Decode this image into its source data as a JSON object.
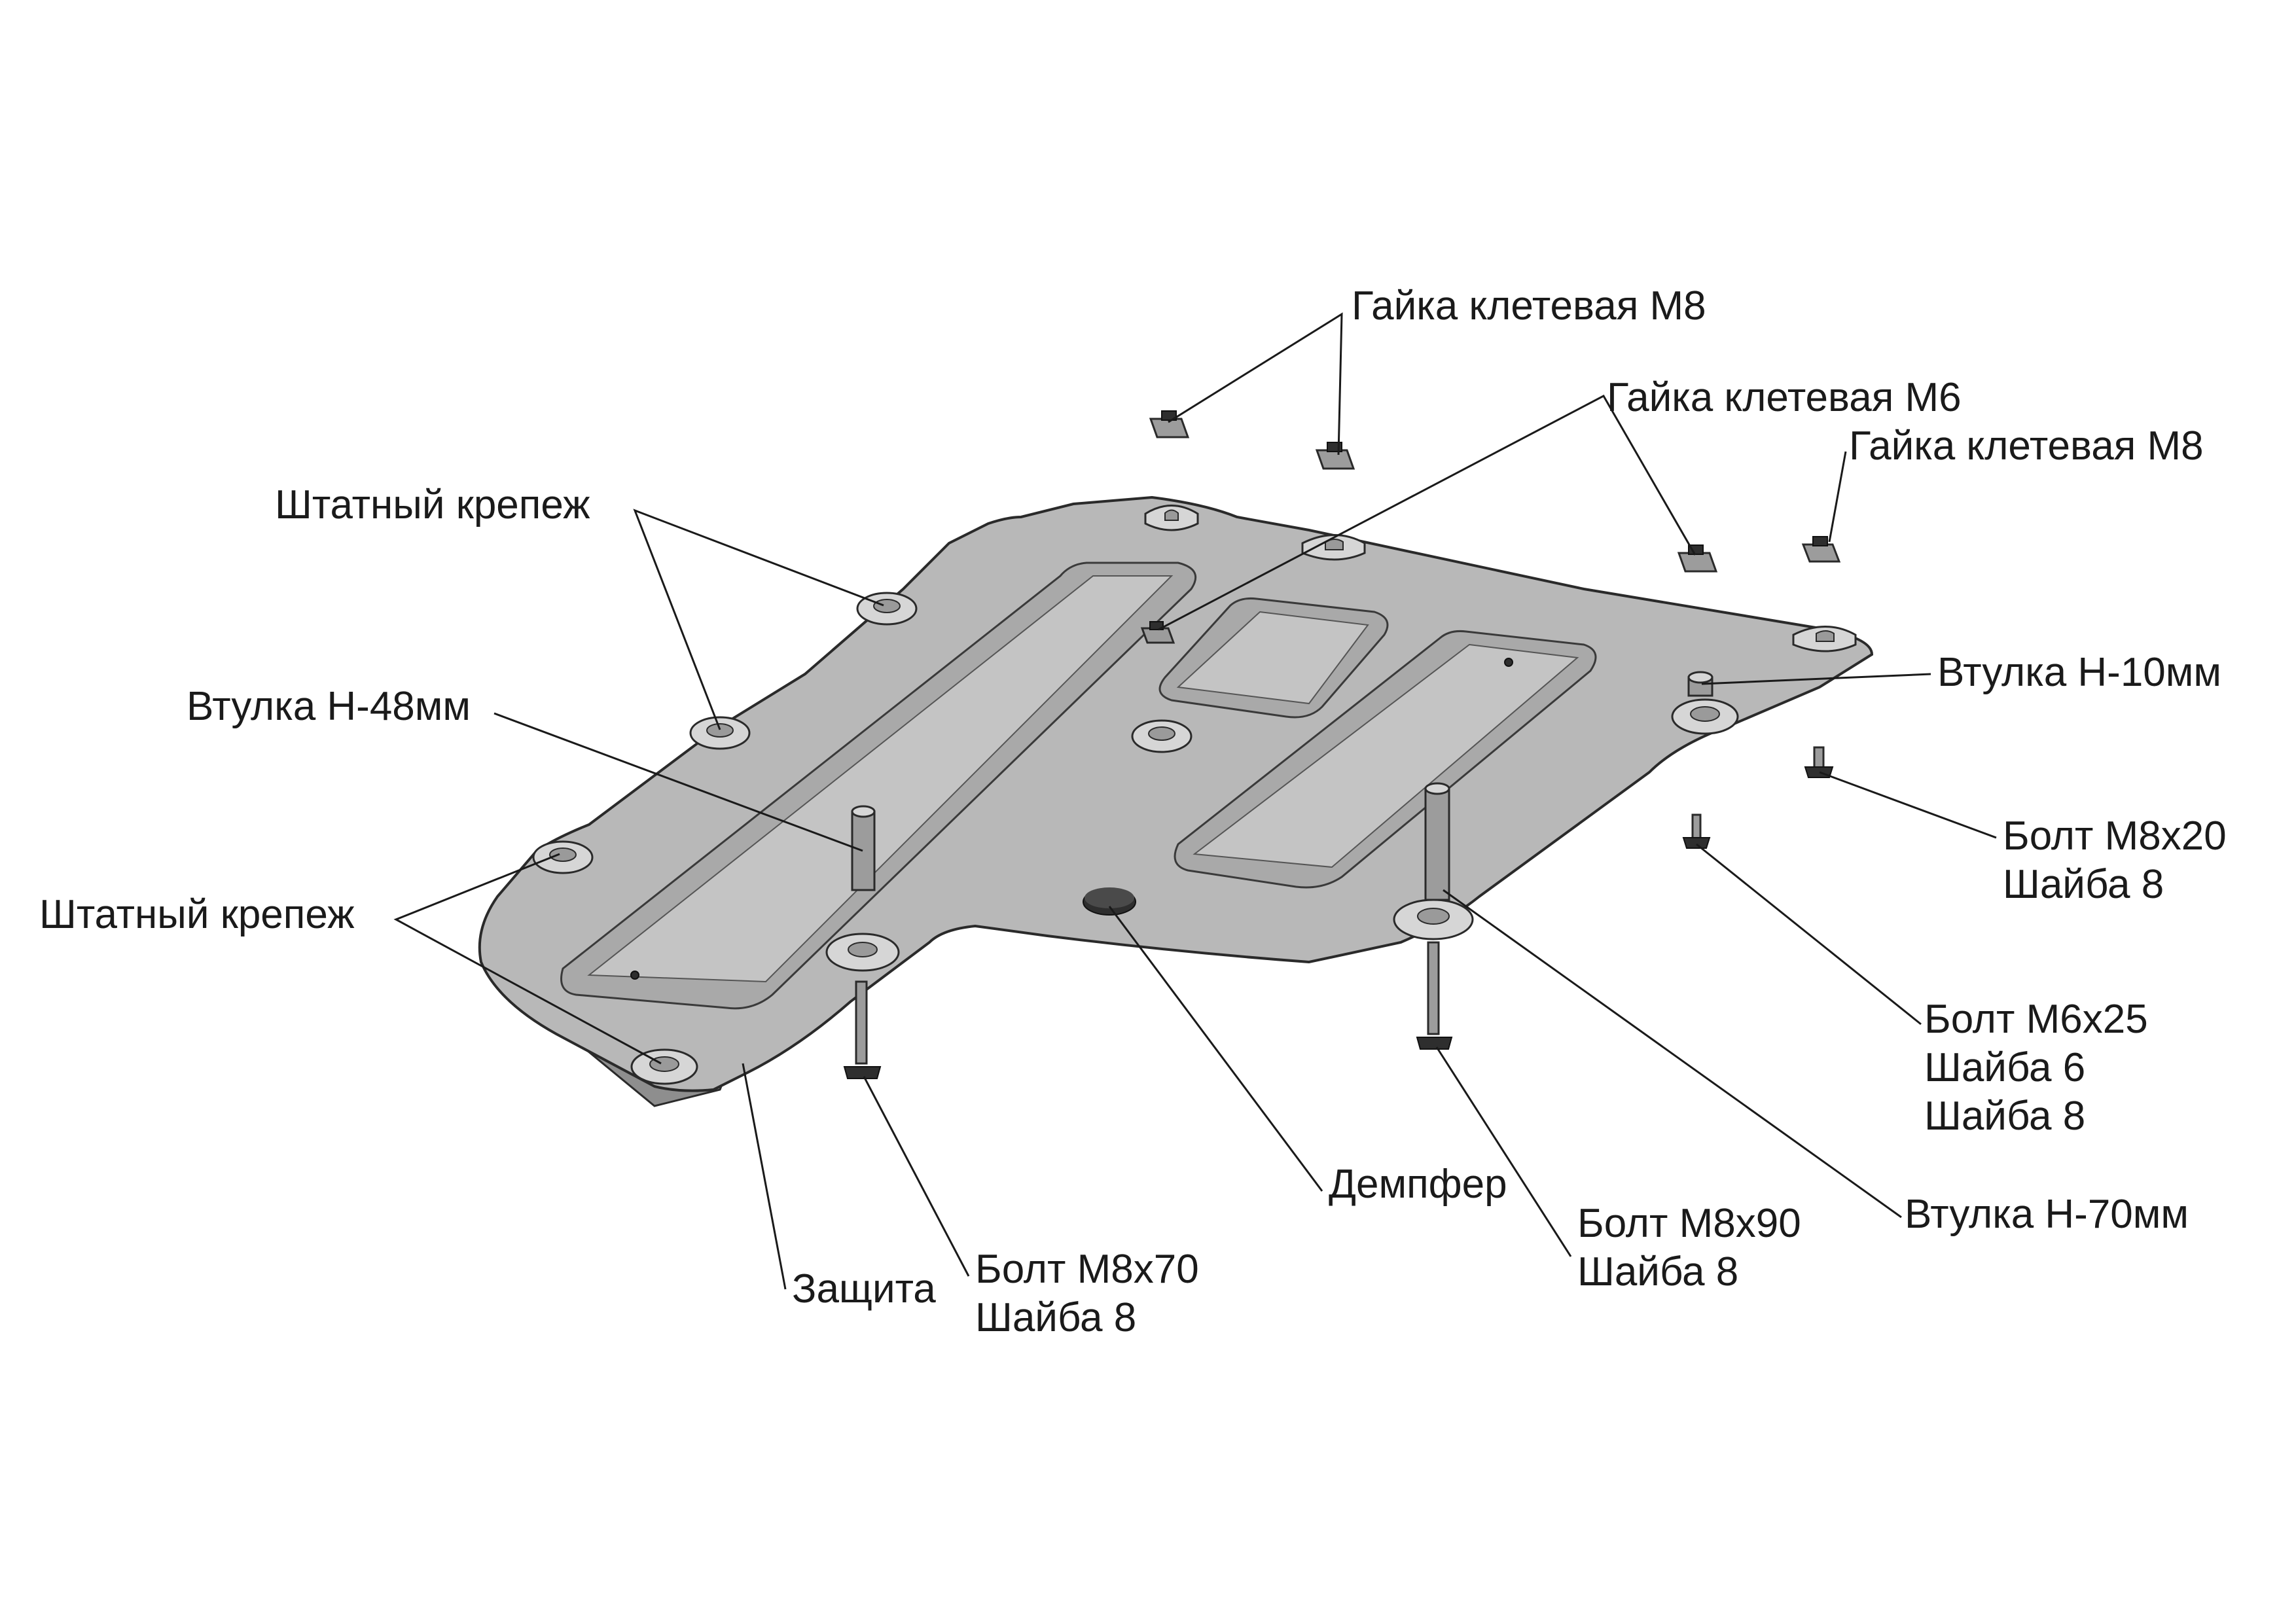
{
  "labels": {
    "nut_m8_top": "Гайка клетевая М8",
    "nut_m6": "Гайка клетевая М6",
    "nut_m8_right": "Гайка клетевая М8",
    "std_fastener_top": "Штатный крепеж",
    "bushing_48": "Втулка Н-48мм",
    "bushing_10": "Втулка Н-10мм",
    "std_fastener_left": "Штатный крепеж",
    "bolt_m8x20": [
      "Болт М8х20",
      "Шайба 8"
    ],
    "bolt_m6x25": [
      "Болт М6х25",
      "Шайба 6",
      "Шайба 8"
    ],
    "damper": "Демпфер",
    "bushing_70": "Втулка Н-70мм",
    "bolt_m8x90": [
      "Болт М8х90",
      "Шайба 8"
    ],
    "protection": "Защита",
    "bolt_m8x70": [
      "Болт М8х70",
      "Шайба 8"
    ]
  },
  "colors": {
    "plate": "#b8b8b8",
    "line": "#1a1a1a",
    "background": "#ffffff"
  }
}
